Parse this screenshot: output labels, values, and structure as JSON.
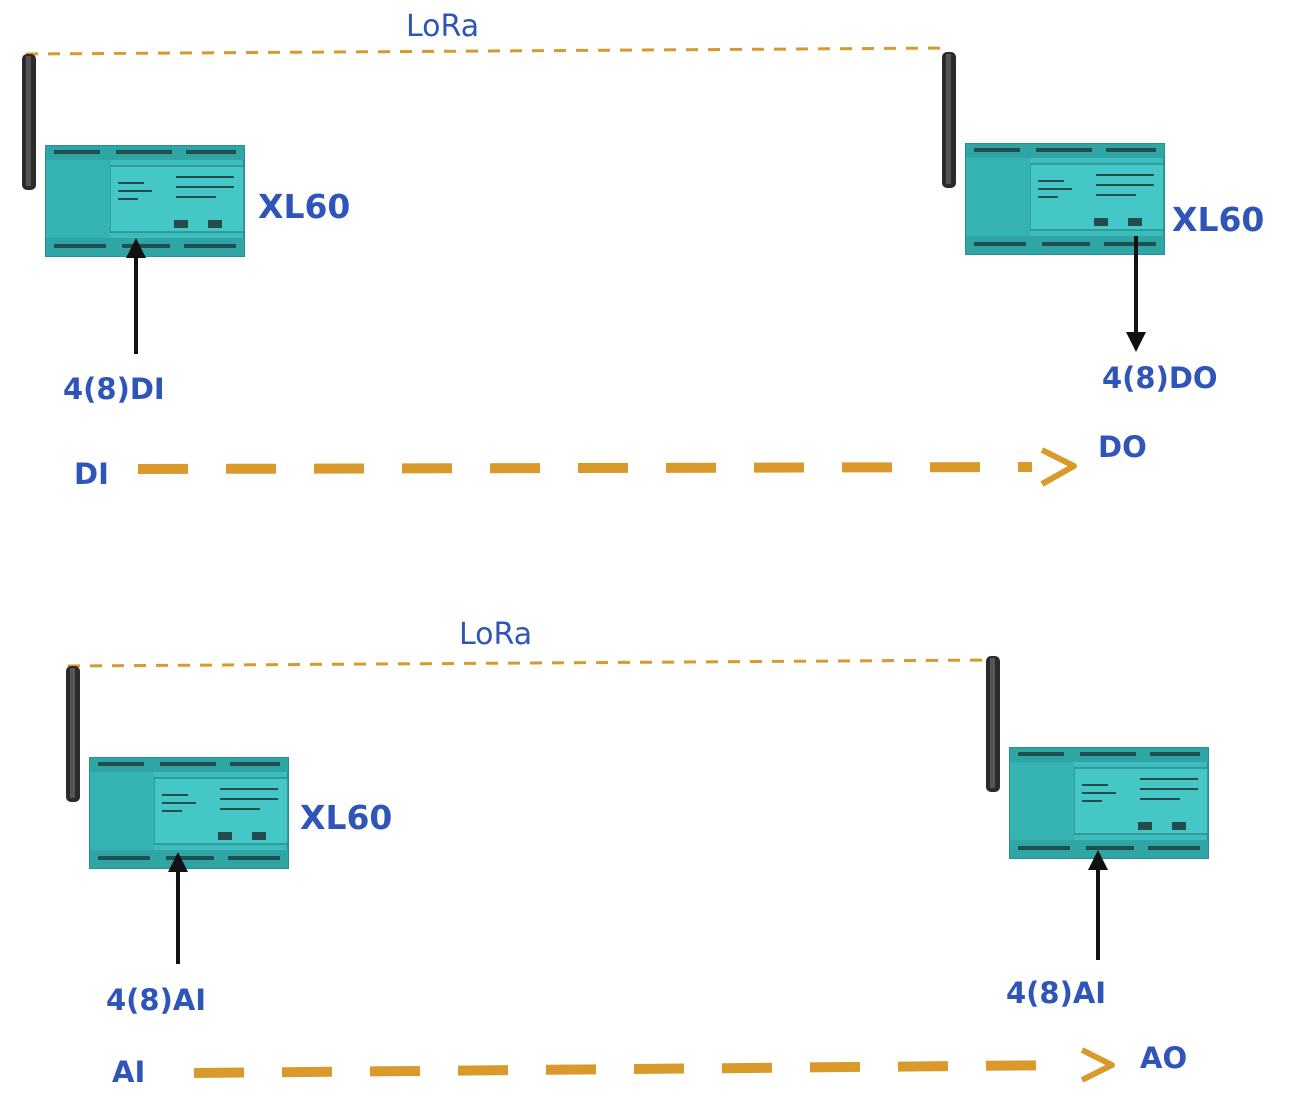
{
  "colors": {
    "label_blue": "#2f55b8",
    "link_orange": "#d99a2b",
    "device_teal": "#3cbcbc",
    "arrow_black": "#111111"
  },
  "top": {
    "link_label": "LoRa",
    "device_left_label": "XL60",
    "device_right_label": "XL60",
    "input_label": "4(8)DI",
    "output_label": "4(8)DO",
    "flow_from": "DI",
    "flow_to": "DO"
  },
  "bottom": {
    "link_label": "LoRa",
    "device_left_label": "XL60",
    "input_label": "4(8)AI",
    "output_label": "4(8)AI",
    "flow_from": "AI",
    "flow_to": "AO"
  },
  "icons": [
    "antenna-icon",
    "plc-module-icon",
    "arrow-up-icon",
    "arrow-down-icon",
    "arrow-right-icon"
  ]
}
